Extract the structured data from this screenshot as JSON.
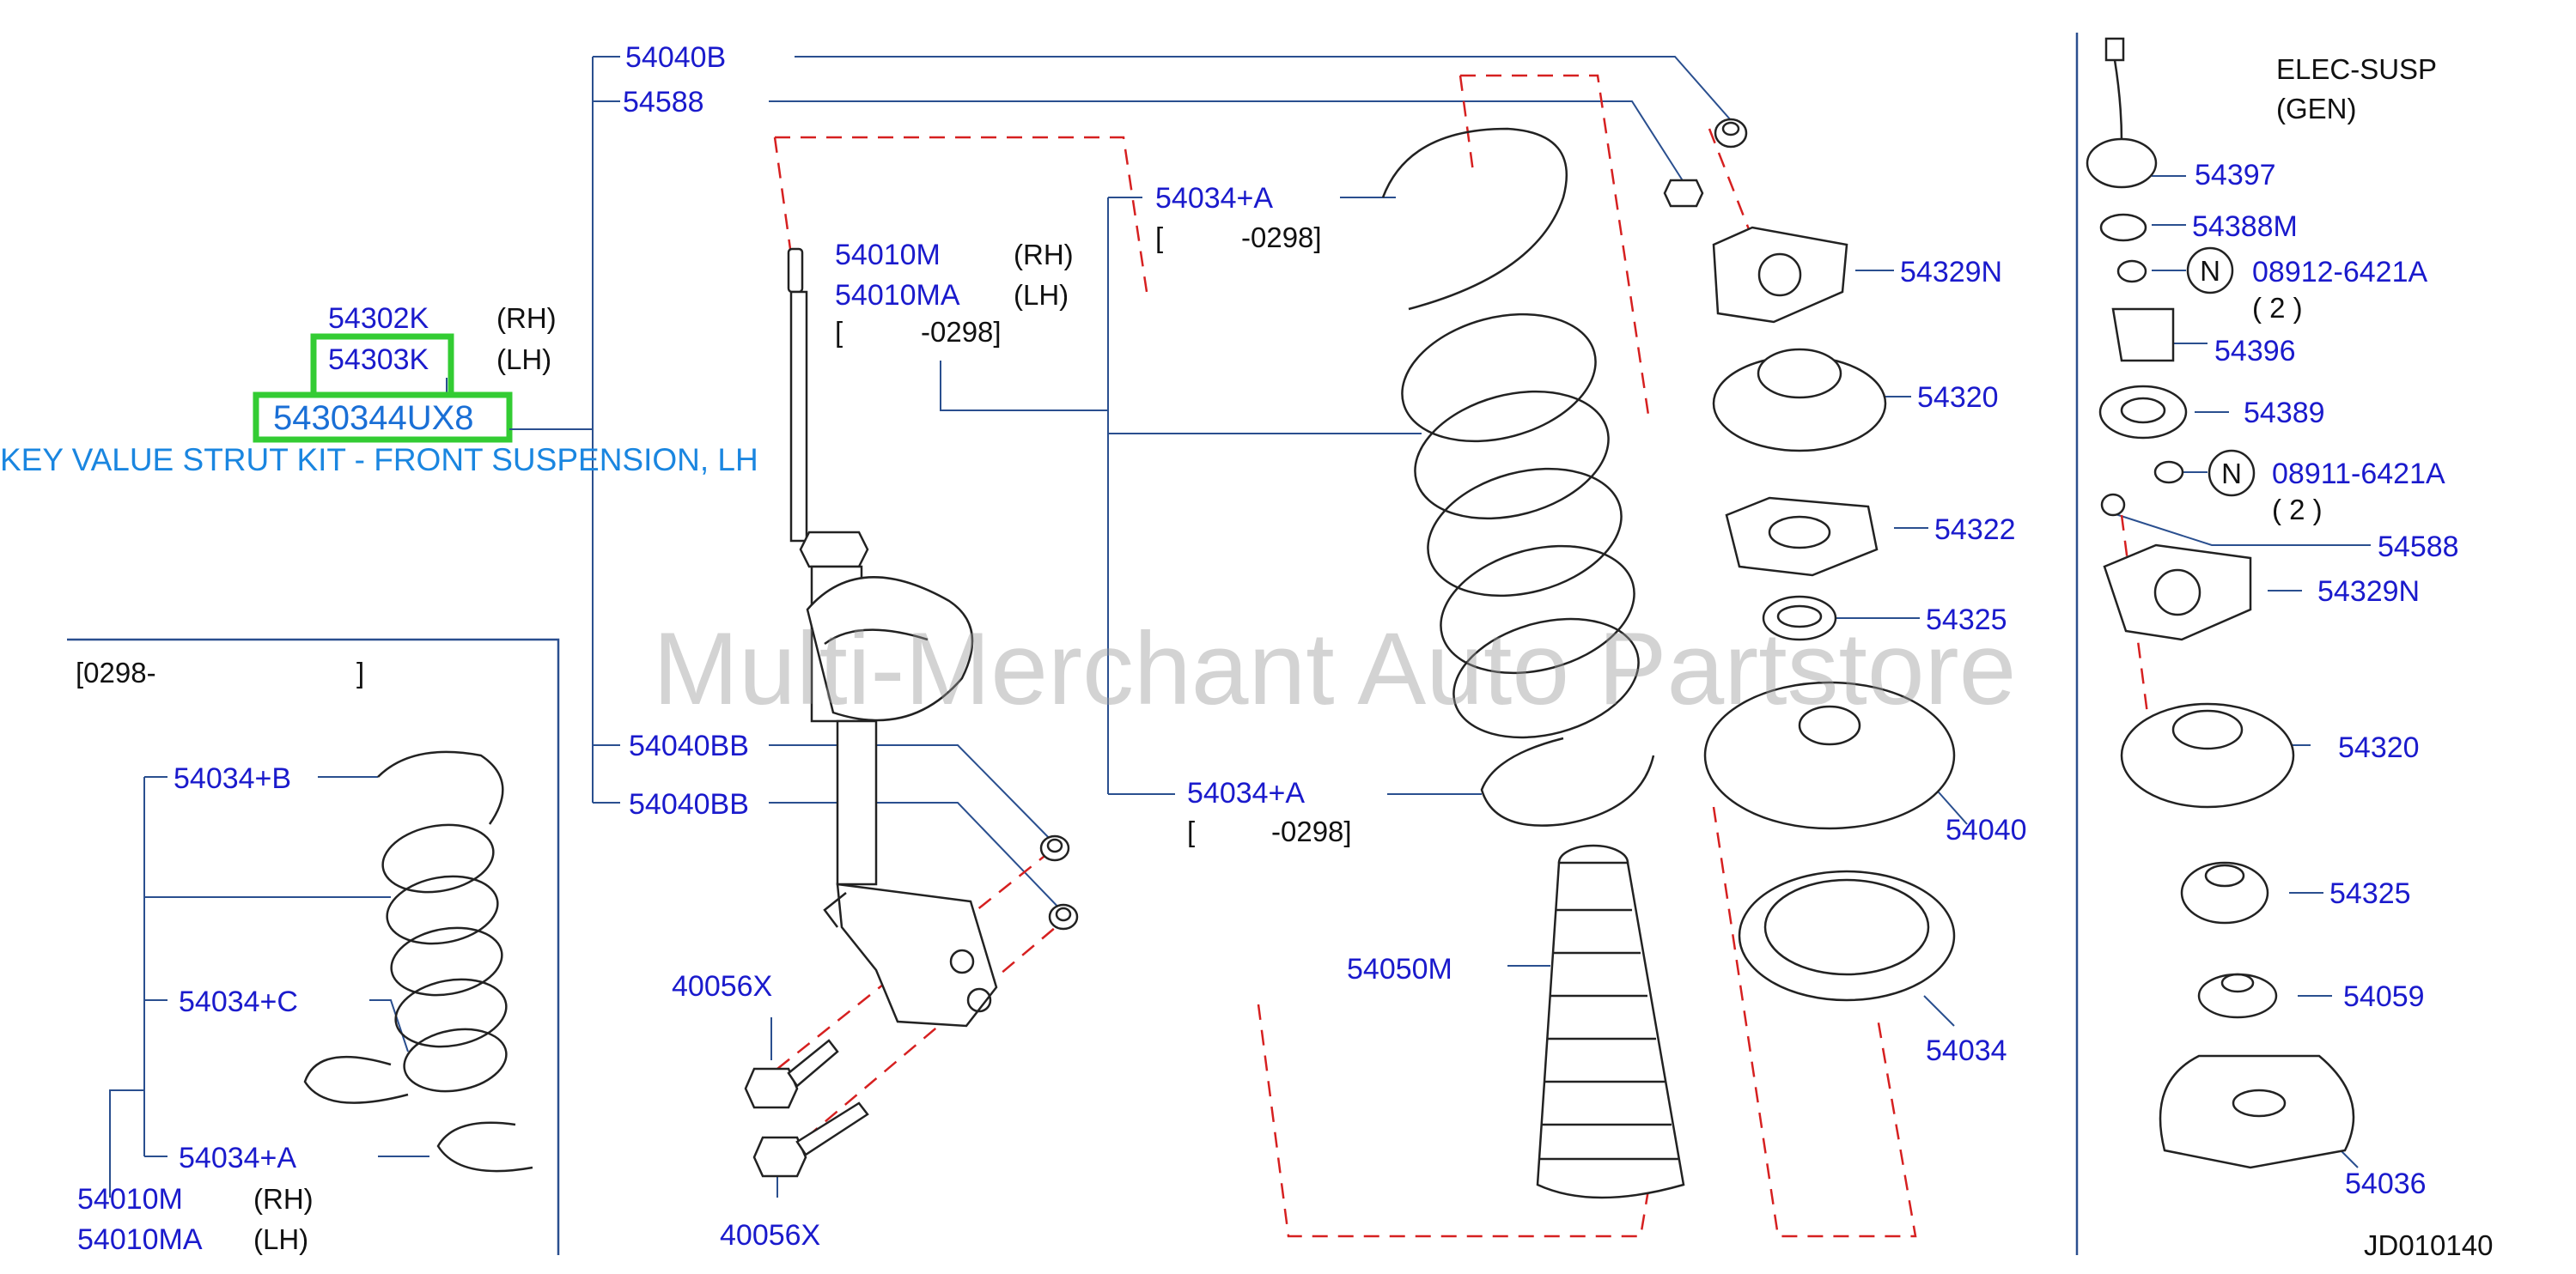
{
  "highlight": {
    "part_number": "5430344UX8",
    "description": "KEY VALUE STRUT KIT - FRONT SUSPENSION, LH",
    "box_color": "#33cc33"
  },
  "watermark": "Multi-Merchant Auto Partstore",
  "diagram_code": "JD010140",
  "section_header": {
    "line1": "ELEC-SUSP",
    "line2": "(GEN)"
  },
  "inset_header": {
    "open": "[0298-",
    "close": "]"
  },
  "callouts": {
    "p54040B": "54040B",
    "p54588_top": "54588",
    "p54302K": "54302K",
    "p54302K_side": "(RH)",
    "p54303K": "54303K",
    "p54303K_side": "(LH)",
    "p54010M": "54010M",
    "p54010M_side": "(RH)",
    "p54010MA": "54010MA",
    "p54010MA_side": "(LH)",
    "p54010_range_open": "[",
    "p54010_range": "-0298]",
    "p54034A_top": "54034+A",
    "p54034A_top_range_open": "[",
    "p54034A_top_range": "-0298]",
    "p54034A_mid": "54034+A",
    "p54034A_mid_range_open": "[",
    "p54034A_mid_range": "-0298]",
    "p54040BB_1": "54040BB",
    "p54040BB_2": "54040BB",
    "p40056X_1": "40056X",
    "p40056X_2": "40056X",
    "p54050M": "54050M",
    "p54329N": "54329N",
    "p54320": "54320",
    "p54322": "54322",
    "p54325": "54325",
    "p54040": "54040",
    "p54034": "54034",
    "r54397": "54397",
    "r54388M": "54388M",
    "r08912": "08912-6421A",
    "r08912_qty": "( 2 )",
    "r54396": "54396",
    "r54389": "54389",
    "r08911": "08911-6421A",
    "r08911_qty": "( 2 )",
    "r54588": "54588",
    "r54329N": "54329N",
    "r54320": "54320",
    "r54325": "54325",
    "r54059": "54059",
    "r54036": "54036",
    "n_badge": "N",
    "i54034B": "54034+B",
    "i54034C": "54034+C",
    "i54034A": "54034+A",
    "i54010M": "54010M",
    "i54010M_side": "(RH)",
    "i54010MA": "54010MA",
    "i54010MA_side": "(LH)"
  }
}
